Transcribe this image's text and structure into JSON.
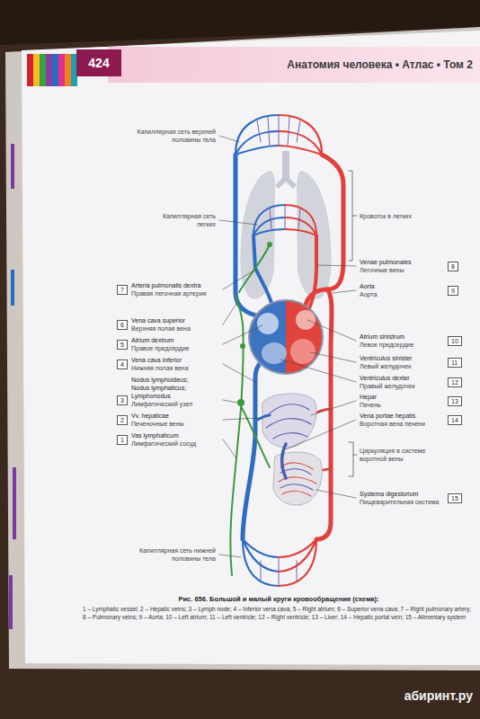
{
  "diagram": {
    "caption": "Рис. 656. Большой и малый круги кровообращения (схема):",
    "nodes": [
      {
        "text": [
          "424"
        ]
      },
      {
        "text": [
          "Анатомия человека • Атлас • Том 2"
        ]
      },
      {
        "text": [
          "8"
        ]
      },
      {
        "text": [
          "7"
        ]
      },
      {
        "text": [
          "9"
        ]
      },
      {
        "text": [
          "6"
        ]
      },
      {
        "text": [
          "10"
        ]
      },
      {
        "text": [
          "5"
        ]
      },
      {
        "text": [
          "11"
        ]
      },
      {
        "text": [
          "4"
        ]
      },
      {
        "text": [
          "12"
        ]
      },
      {
        "text": [
          "3"
        ]
      },
      {
        "text": [
          "13"
        ]
      },
      {
        "text": [
          "2"
        ]
      },
      {
        "text": [
          "14"
        ]
      },
      {
        "text": [
          "1"
        ]
      },
      {
        "text": [
          "15"
        ]
      }
    ],
    "labels": [
      "Капиллярная сеть верхней половины тела",
      "Капиллярная сеть легких",
      "Кровоток в легких",
      "Venae pulmonales",
      "Легочные вены",
      "Aorta",
      "Аорта",
      "Arteria pulmonalis dextra",
      "Правая легочная артерия",
      "Vena cava superior",
      "Верхняя полая вена",
      "Atrium dextrum",
      "Правое предсердие",
      "Vena cava inferior",
      "Нижняя полая вена",
      "Nodus lymphoideus;",
      "Nodus lymphaticus;",
      "Lymphonodus",
      "Лимфатический узел",
      "Vv. hepaticae",
      "Печеночные вены",
      "Vas lymphaticum",
      "Лимфатический сосуд",
      "Atrium sinistrum",
      "Левое предсердие",
      "Ventriculus sinister",
      "Левый желудочек",
      "Ventriculus dexter",
      "Правый желудочек",
      "Hepar",
      "Печень",
      "Vena portae hepatis",
      "Воротная вена печени",
      "Циркуляция в системе воротной вены",
      "Systema digestorium",
      "Пищеварительная система",
      "Капиллярная сеть нижней половины тела",
      "1 – Lymphatic vessel; 2 – Hepatic veins; 3 – Lymph node; 4 – Inferior vena cava; 5 – Right atrium; 6 – Superior vena cava; 7 – Right pulmonary artery; 8 – Pulmonary veins; 9 – Aorta; 10 – Left atrium; 11 – Left ventricle; 12 – Right ventricle; 13 – Liver; 14 – Hepatic portal vein; 15 – Alimentary system",
      "абиринт.ру"
    ]
  }
}
